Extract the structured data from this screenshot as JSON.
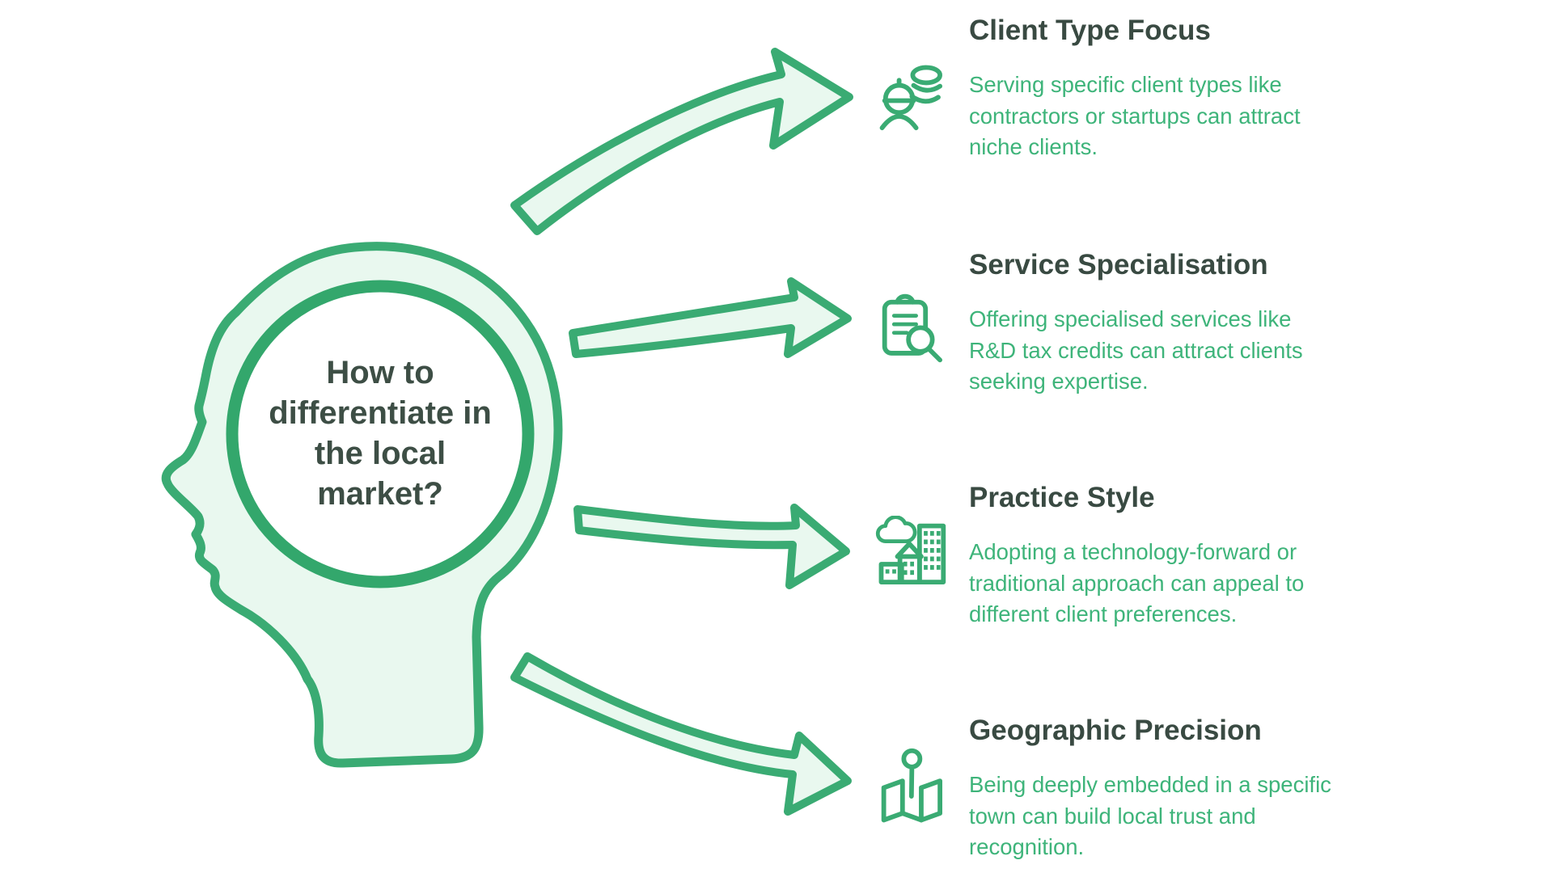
{
  "colors": {
    "outline_green": "#3aab73",
    "arrow_fill": "#e9f8ef",
    "description_text_green": "#3eb47a",
    "heading_dark": "#394a42",
    "center_text_dark": "#3d4e45",
    "background": "#ffffff"
  },
  "center": {
    "title": "How to\ndifferentiate in\nthe local\nmarket?"
  },
  "sections": [
    {
      "id": "client-type-focus",
      "icon": "contractor-coins-icon",
      "title": "Client Type Focus",
      "description": "Serving specific client types like\ncontractors or startups can attract\nniche clients."
    },
    {
      "id": "service-specialisation",
      "icon": "clipboard-search-icon",
      "title": "Service Specialisation",
      "description": "Offering specialised services like\nR&D tax credits can attract clients\nseeking expertise."
    },
    {
      "id": "practice-style",
      "icon": "city-buildings-icon",
      "title": "Practice Style",
      "description": "Adopting a technology-forward or\ntraditional approach can appeal to\ndifferent client preferences."
    },
    {
      "id": "geographic-precision",
      "icon": "map-pin-icon",
      "title": "Geographic Precision",
      "description": "Being deeply embedded in a specific\ntown can build local trust and\nrecognition."
    }
  ]
}
